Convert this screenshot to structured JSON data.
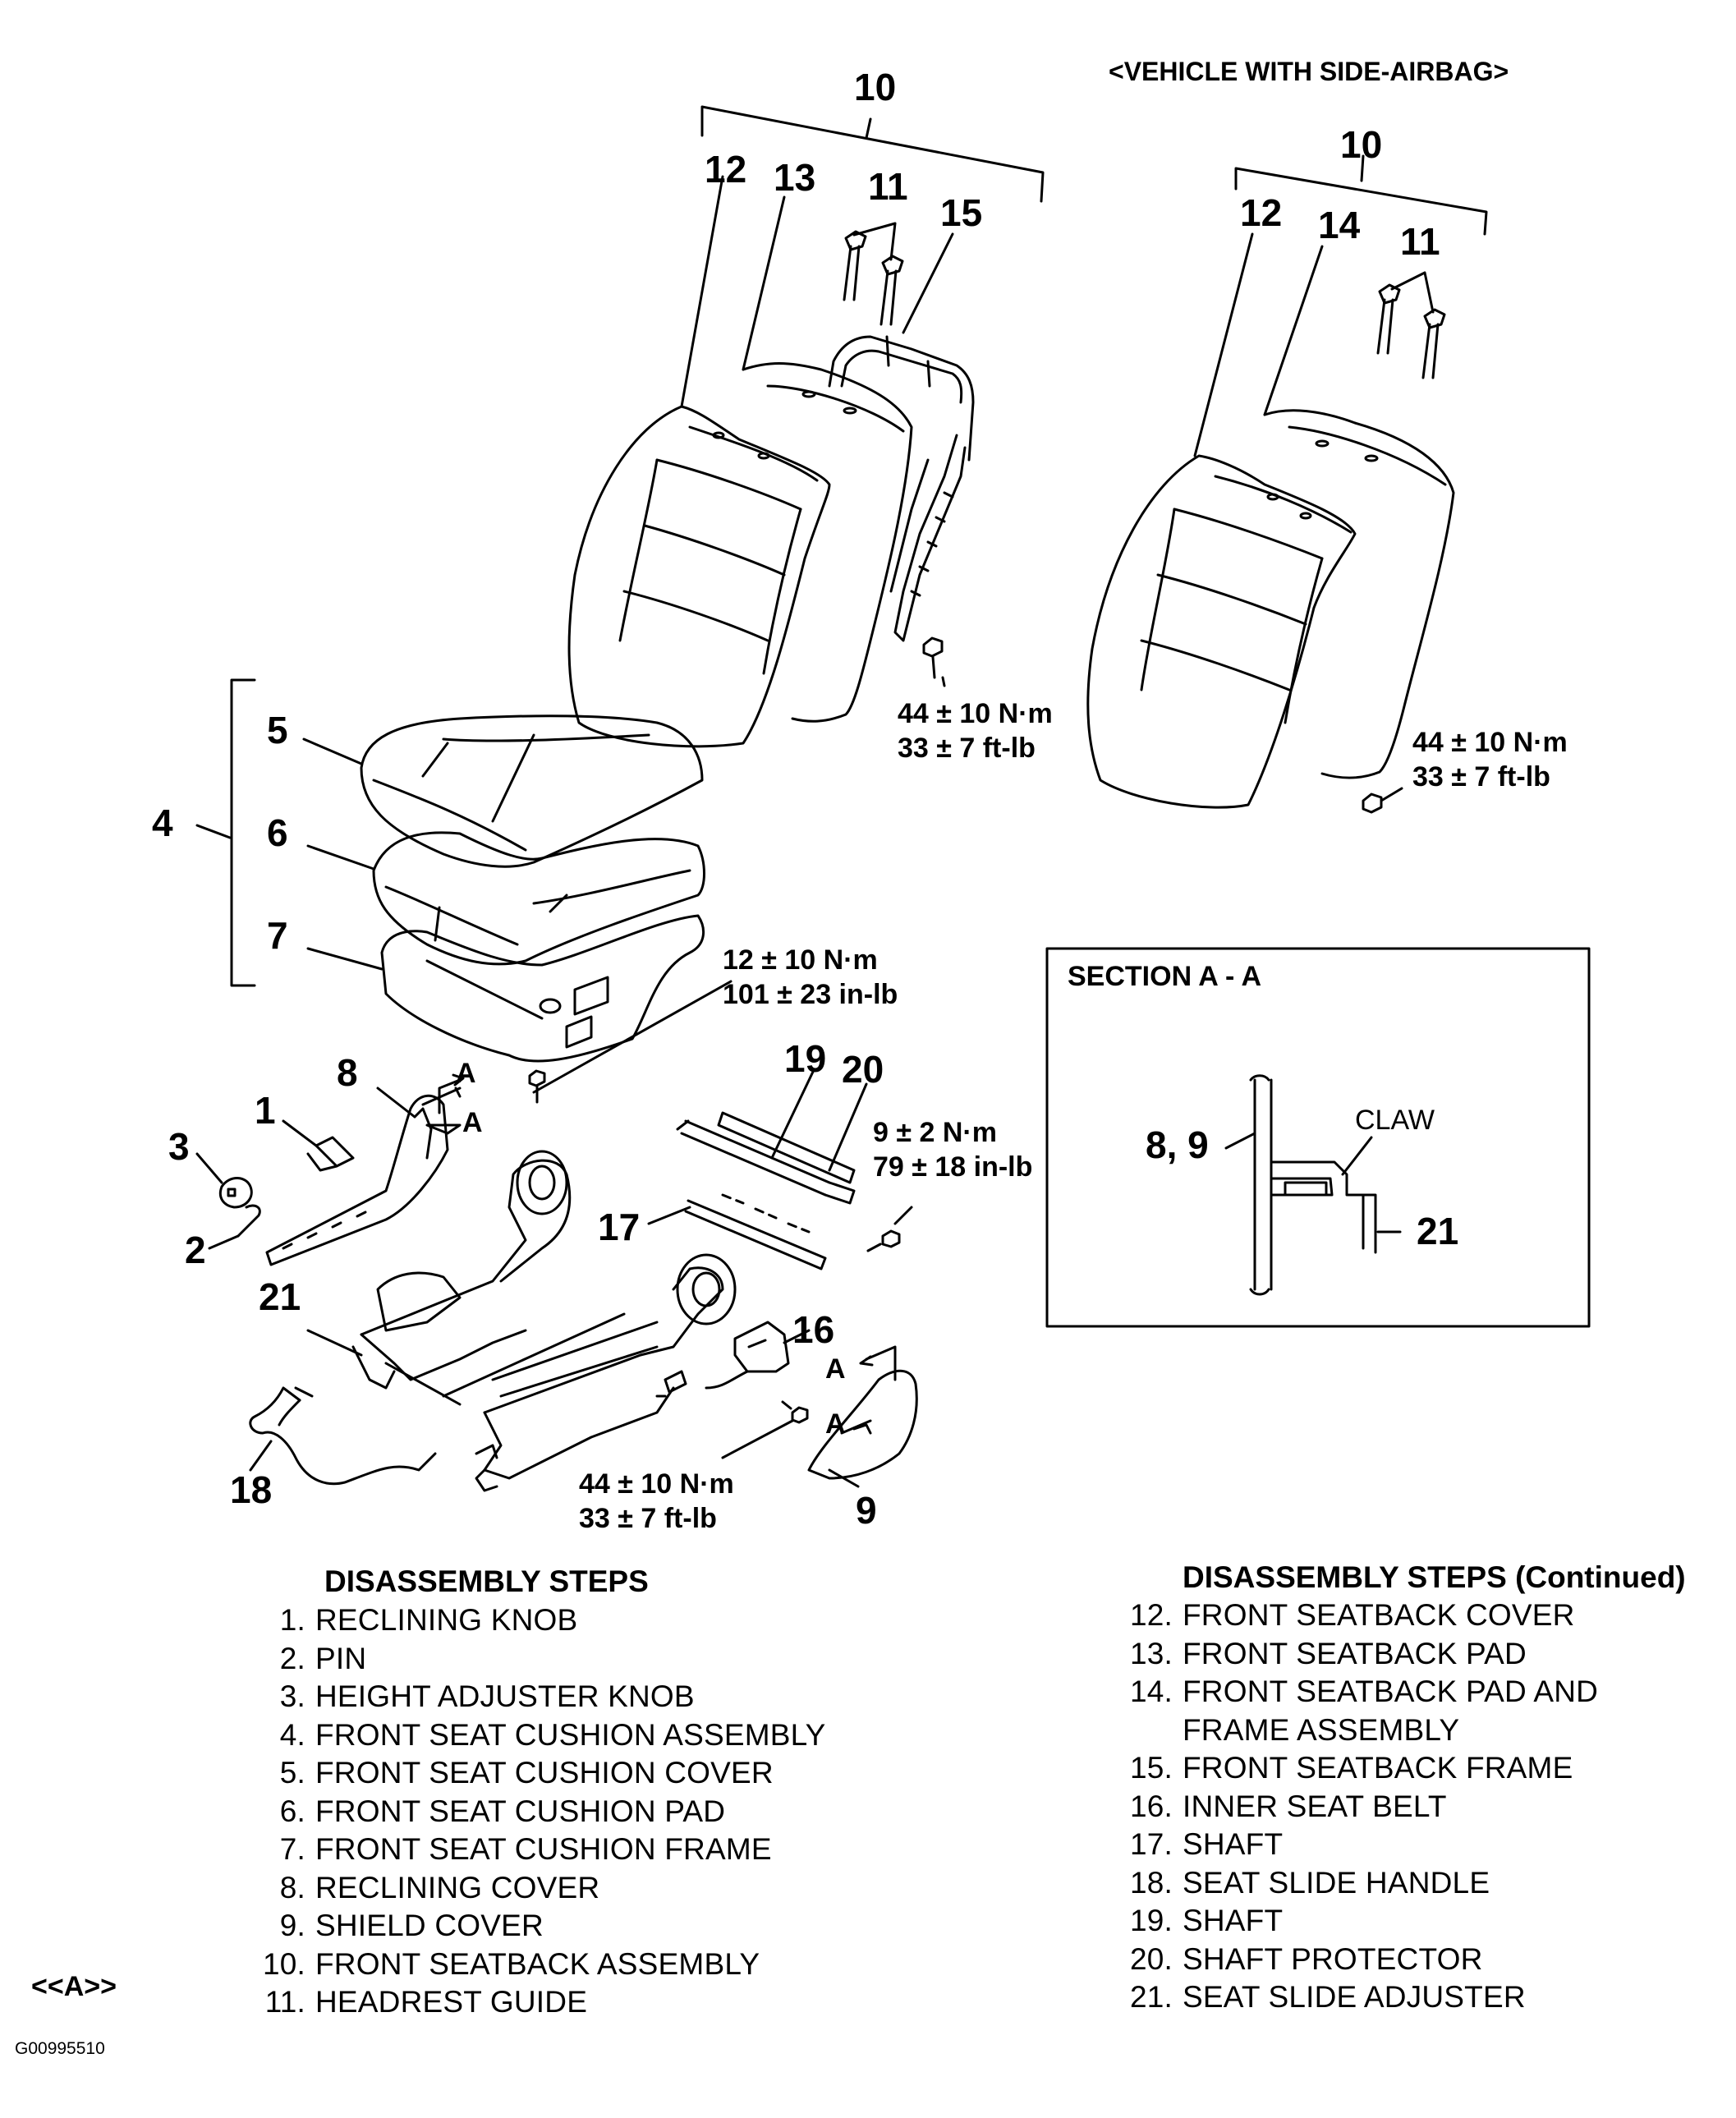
{
  "header_variant": "<VEHICLE WITH SIDE-AIRBAG>",
  "callouts": {
    "n1": "1",
    "n2": "2",
    "n3": "3",
    "n4": "4",
    "n5": "5",
    "n6": "6",
    "n7": "7",
    "n8": "8",
    "n9": "9",
    "n10": "10",
    "n11": "11",
    "n12": "12",
    "n13": "13",
    "n14": "14",
    "n15": "15",
    "n16": "16",
    "n17": "17",
    "n18": "18",
    "n19": "19",
    "n20": "20",
    "n21": "21",
    "a": "A",
    "n89": "8, 9"
  },
  "torques": {
    "t1": [
      "44 ± 10 N·m",
      "33 ± 7 ft-lb"
    ],
    "t2": [
      "44 ± 10 N·m",
      "33 ± 7 ft-lb"
    ],
    "t3": [
      "12 ± 10 N·m",
      "101 ± 23 in-lb"
    ],
    "t4": [
      "9 ± 2 N·m",
      "79 ± 18 in-lb"
    ],
    "t5": [
      "44 ± 10 N·m",
      "33 ± 7 ft-lb"
    ]
  },
  "section": {
    "title": "SECTION A - A",
    "claw": "CLAW"
  },
  "steps_left": {
    "title": "DISASSEMBLY STEPS",
    "items": [
      {
        "n": "1.",
        "label": "RECLINING KNOB"
      },
      {
        "n": "2.",
        "label": "PIN"
      },
      {
        "n": "3.",
        "label": "HEIGHT ADJUSTER KNOB"
      },
      {
        "n": "4.",
        "label": "FRONT SEAT CUSHION ASSEMBLY"
      },
      {
        "n": "5.",
        "label": "FRONT SEAT CUSHION COVER"
      },
      {
        "n": "6.",
        "label": "FRONT SEAT CUSHION PAD"
      },
      {
        "n": "7.",
        "label": "FRONT SEAT CUSHION FRAME"
      },
      {
        "n": "8.",
        "label": "RECLINING COVER"
      },
      {
        "n": "9.",
        "label": "SHIELD COVER"
      },
      {
        "n": "10.",
        "label": "FRONT SEATBACK ASSEMBLY"
      },
      {
        "n": "11.",
        "label": "HEADREST GUIDE"
      }
    ]
  },
  "steps_right": {
    "title": "DISASSEMBLY STEPS (Continued)",
    "items": [
      {
        "n": "12.",
        "label": "FRONT SEATBACK COVER"
      },
      {
        "n": "13.",
        "label": "FRONT SEATBACK PAD"
      },
      {
        "n": "14.",
        "label": "FRONT SEATBACK PAD AND"
      },
      {
        "n": "",
        "label": "FRAME ASSEMBLY"
      },
      {
        "n": "15.",
        "label": "FRONT SEATBACK FRAME"
      },
      {
        "n": "16.",
        "label": "INNER SEAT BELT"
      },
      {
        "n": "17.",
        "label": "SHAFT"
      },
      {
        "n": "18.",
        "label": "SEAT SLIDE HANDLE"
      },
      {
        "n": "19.",
        "label": "SHAFT"
      },
      {
        "n": "20.",
        "label": "SHAFT PROTECTOR"
      },
      {
        "n": "21.",
        "label": "SEAT SLIDE ADJUSTER"
      }
    ]
  },
  "reference_mark": "<<A>>",
  "figure_id": "G00995510"
}
